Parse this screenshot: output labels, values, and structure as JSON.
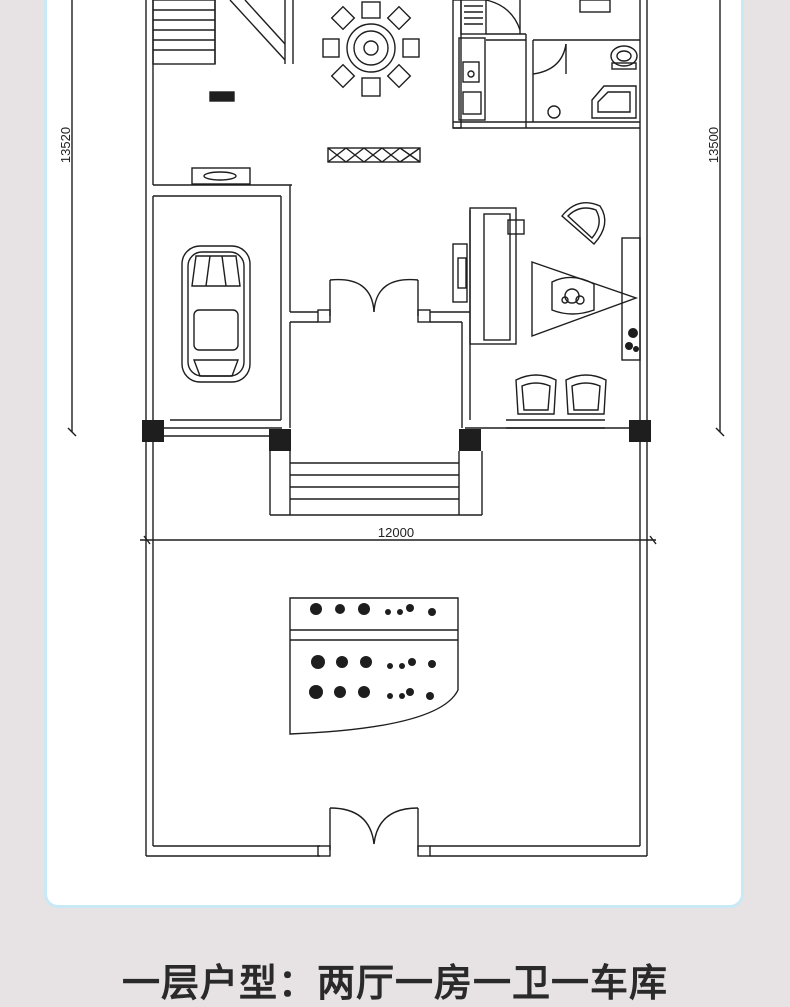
{
  "plan": {
    "dimensions": {
      "left_height": "13520",
      "right_height": "13500",
      "width": "12000"
    },
    "rooms": [
      "dining-room",
      "stairs",
      "kitchen",
      "bathroom",
      "garage",
      "entrance-hall",
      "living-room",
      "terrace-courtyard"
    ],
    "furniture_icons": [
      "car-icon",
      "dining-table-icon",
      "sofa-icon",
      "armchair-icon",
      "toilet-icon",
      "bathtub-icon",
      "planter-icon",
      "door-swing-icon"
    ]
  },
  "caption": {
    "text": "一层户型：两厅一房一卫一车库"
  },
  "colors": {
    "background": "#e7e3e4",
    "card": "#ffffff",
    "card_border": "#c9e9f6",
    "line": "#1e1e1e"
  }
}
